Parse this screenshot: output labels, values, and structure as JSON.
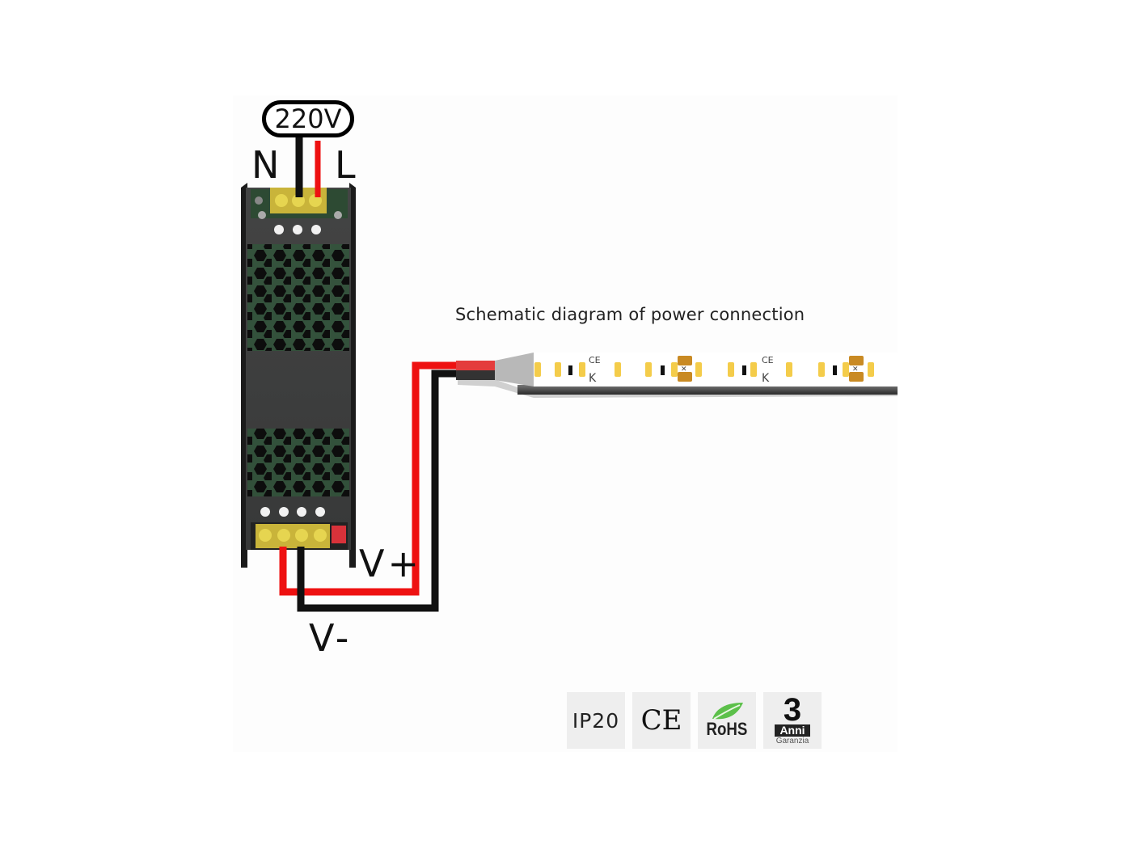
{
  "diagram": {
    "title": "Schematic diagram of power connection",
    "input": {
      "voltage_label": "220V",
      "neutral_label": "N",
      "live_label": "L"
    },
    "output": {
      "positive_label": "V+",
      "negative_label": "V-"
    },
    "components": {
      "power_supply": "power-supply-unit",
      "led_strip": "led-strip"
    },
    "wire_colors": {
      "positive": "#ee1111",
      "negative": "#111111",
      "neutral": "#111111",
      "live": "#ee1111"
    }
  },
  "badges": [
    {
      "label": "IP20"
    },
    {
      "label": "CE"
    },
    {
      "label": "RoHS"
    },
    {
      "number": "3",
      "label": "Anni",
      "sublabel": "Garanzia"
    }
  ],
  "strip_marks": {
    "ce": "CE",
    "k": "K"
  }
}
